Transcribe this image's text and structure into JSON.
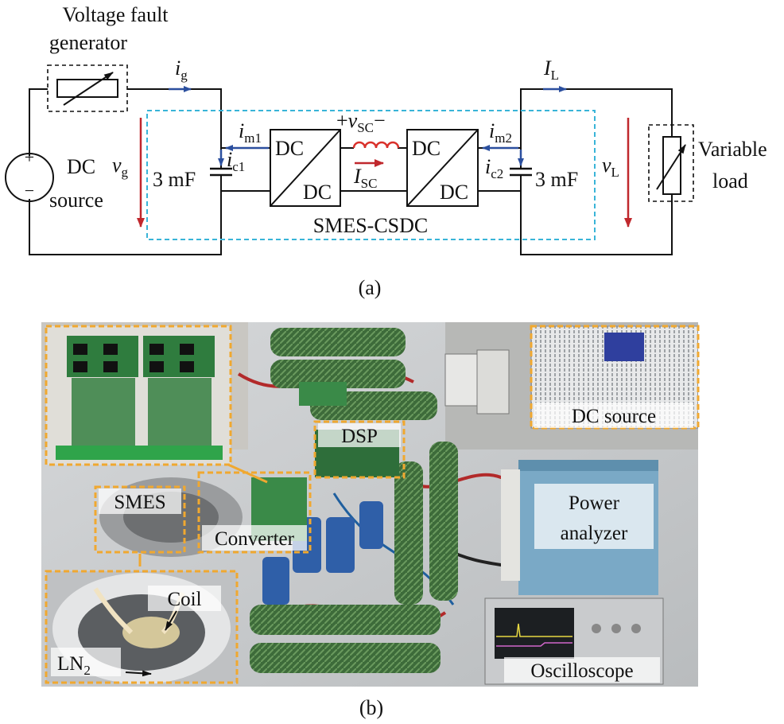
{
  "circuit": {
    "voltage_fault_line1": "Voltage fault",
    "voltage_fault_line2": "generator",
    "dc_source_line1": "DC",
    "dc_source_line2": "source",
    "variable_load_line1": "Variable",
    "variable_load_line2": "load",
    "smes_csdc_label": "SMES-CSDC",
    "dcdc_top": "DC",
    "dcdc_bottom": "DC",
    "cap_left": "3 mF",
    "cap_right": "3 mF",
    "plus_sign": "+",
    "minus_sign": "−",
    "ig_main": "i",
    "ig_sub": "g",
    "iL_main": "I",
    "iL_sub": "L",
    "im1_main": "i",
    "im1_sub": "m1",
    "im2_main": "i",
    "im2_sub": "m2",
    "ic1_main": "i",
    "ic1_sub": "c1",
    "ic2_main": "i",
    "ic2_sub": "c2",
    "vg_main": "v",
    "vg_sub": "g",
    "vL_main": "v",
    "vL_sub": "L",
    "vsc_plus": "+",
    "vsc_main": "v",
    "vsc_sub": "SC",
    "vsc_minus": "−",
    "isc_main": "I",
    "isc_sub": "SC",
    "caption": "(a)"
  },
  "photo": {
    "labels": {
      "dc_source": "DC source",
      "dsp": "DSP",
      "smes": "SMES",
      "converter": "Converter",
      "power_analyzer_line1": "Power",
      "power_analyzer_line2": "analyzer",
      "coil": "Coil",
      "ln2_main": "LN",
      "ln2_sub": "2",
      "oscilloscope": "Oscilloscope"
    },
    "caption": "(b)"
  },
  "colors": {
    "current_arrow": "#2b4f9e",
    "voltage_arrow": "#c0282d",
    "smes_box": "#39b4d8",
    "highlight_box": "#f0a830",
    "inductor": "#d9312b"
  }
}
